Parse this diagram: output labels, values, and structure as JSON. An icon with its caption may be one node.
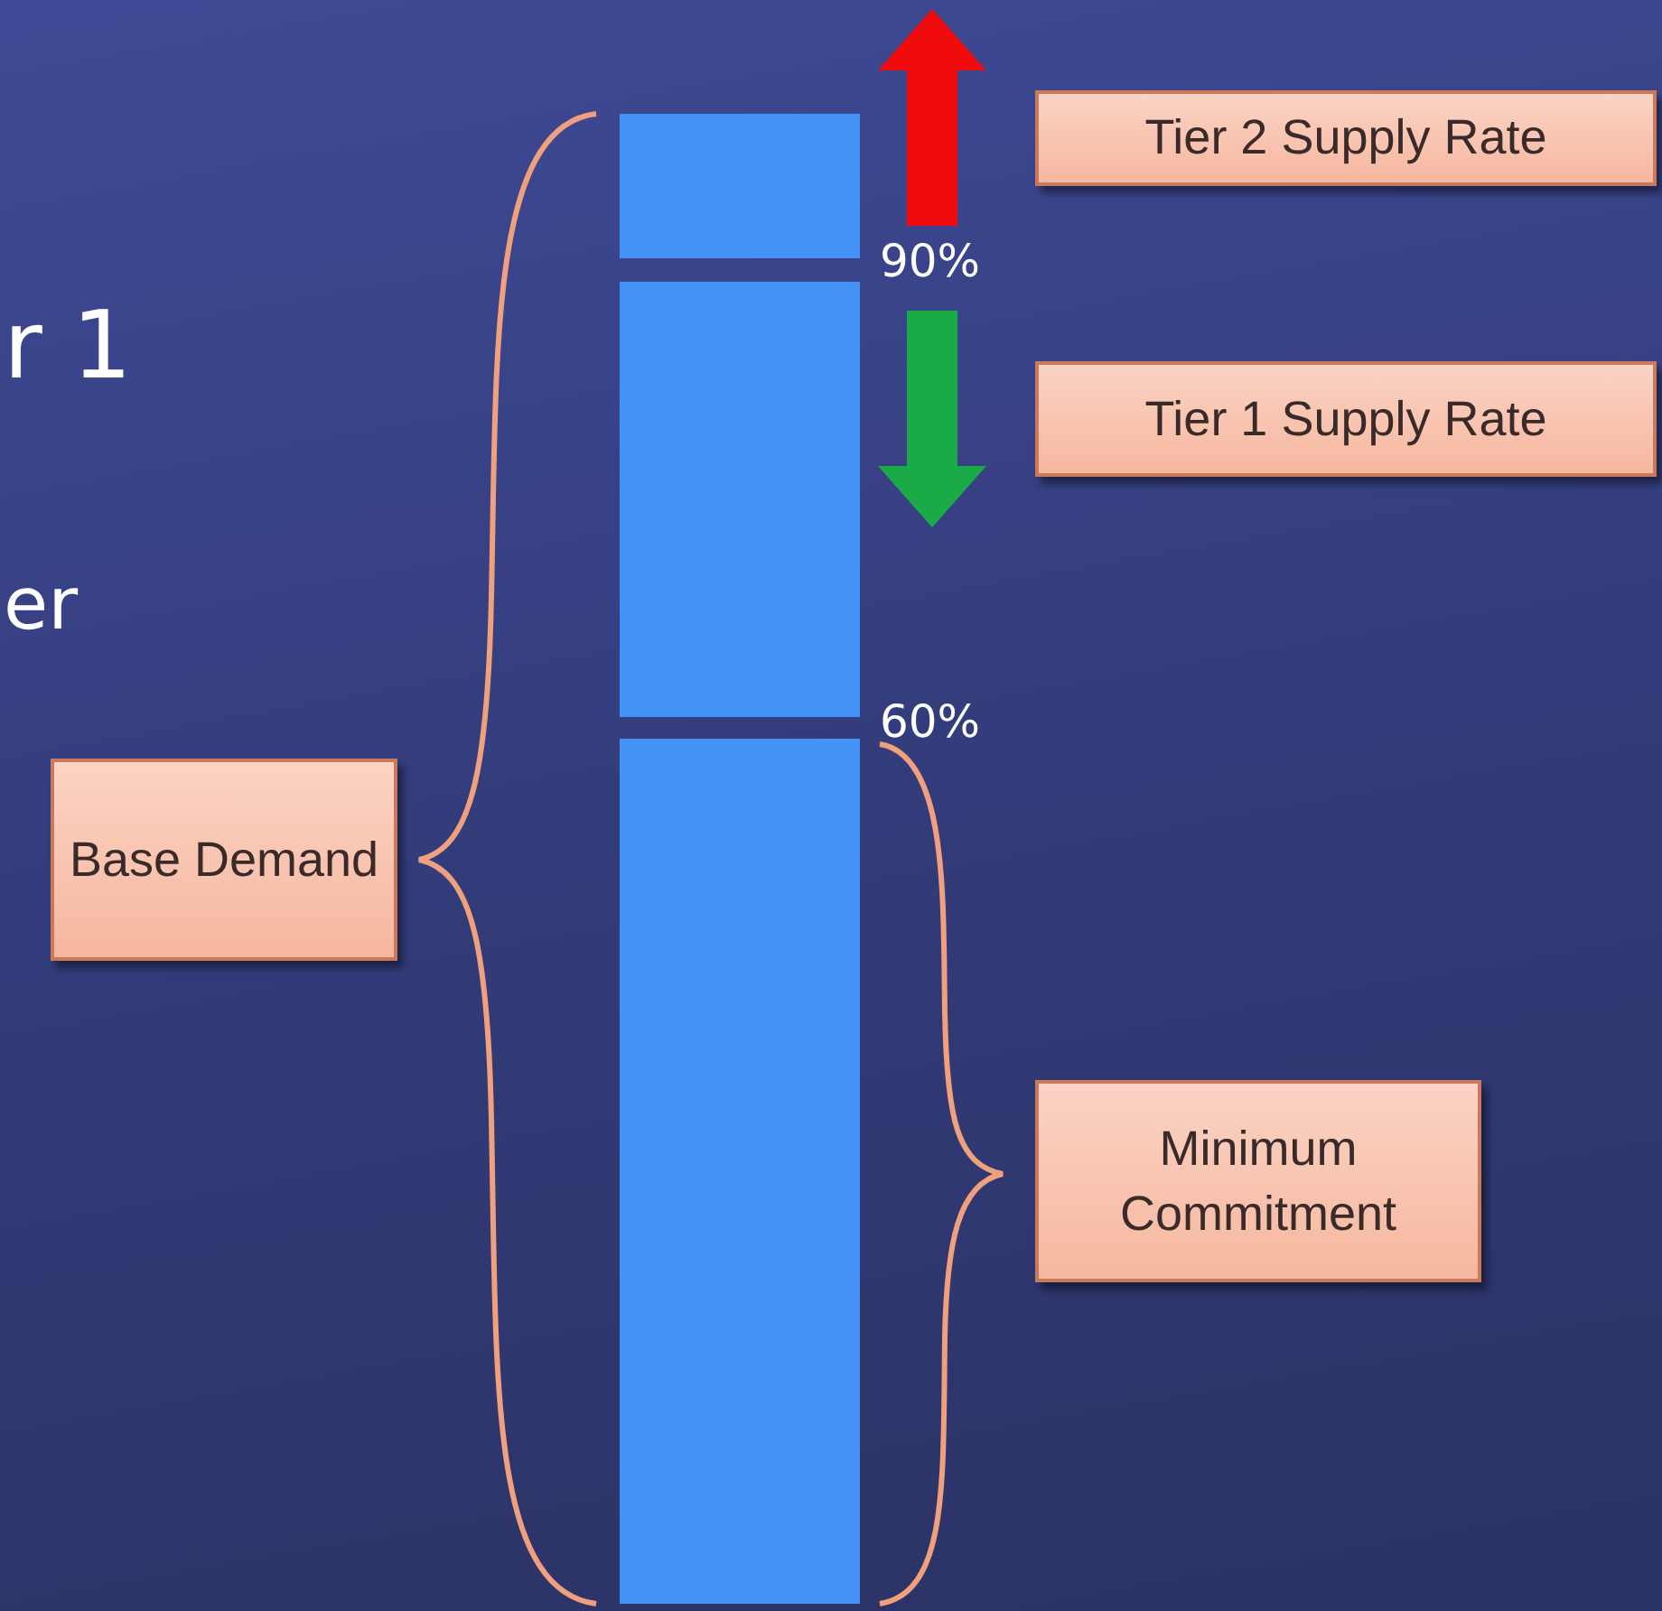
{
  "diagram": {
    "nodes": [
      {
        "text": [
          "Tier 2 Supply Rate"
        ]
      },
      {
        "text": [
          "Tier 1 Supply Rate"
        ]
      },
      {
        "text": [
          "Base Demand"
        ]
      },
      {
        "text": [
          "Minimum Commitment"
        ]
      }
    ],
    "labels": [
      "r 1",
      "er",
      "90%",
      "60%"
    ]
  }
}
